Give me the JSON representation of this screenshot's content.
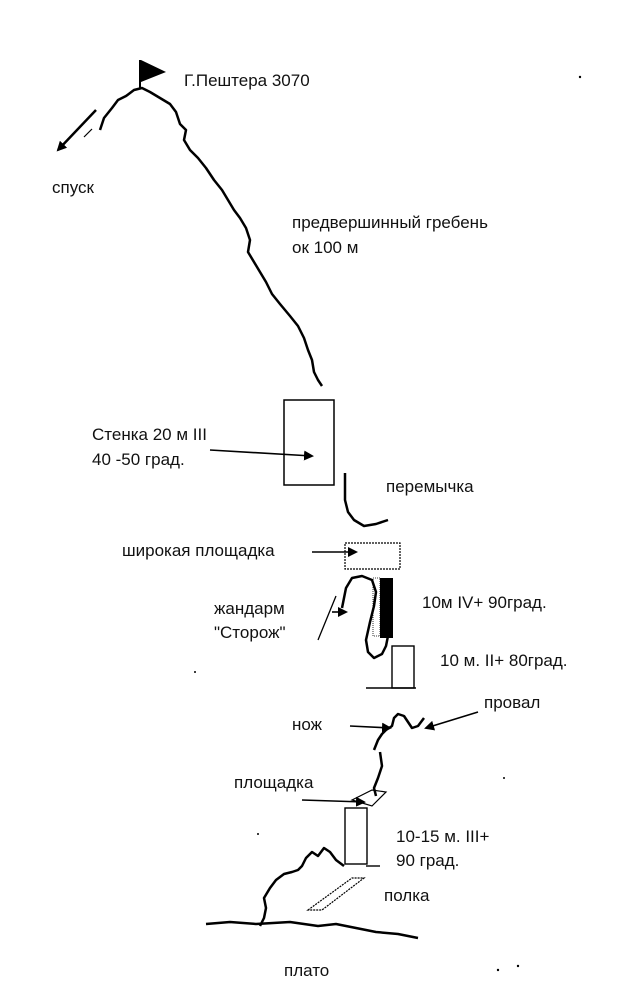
{
  "diagram": {
    "summit": "Г.Пештера 3070",
    "descent": "спуск",
    "ridge_line1": "предвершинный гребень",
    "ridge_line2": "ок 100 м",
    "wall_line1": "Стенка 20 м III",
    "wall_line2": "40 -50 град.",
    "saddle": "перемычка",
    "wide_platform": "широкая площадка",
    "gendarme_line1": "жандарм",
    "gendarme_line2": "\"Сторож\"",
    "pitch_10m_iv": "10м IV+ 90град.",
    "pitch_10m_ii": "10 м. II+ 80град.",
    "knife": "нож",
    "gap": "провал",
    "platform": "площадка",
    "pitch_10_15_line1": "10-15 м. III+",
    "pitch_10_15_line2": "90 град.",
    "shelf": "полка",
    "plateau": "плато"
  }
}
